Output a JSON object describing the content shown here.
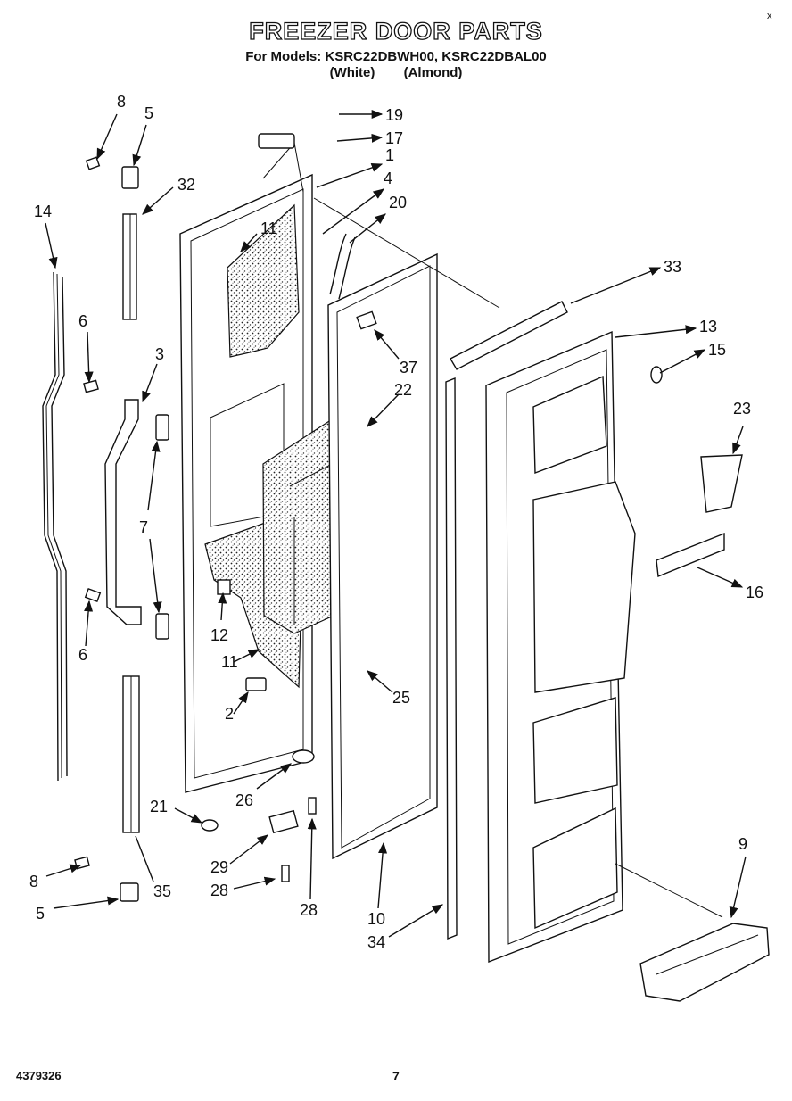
{
  "header": {
    "title": "FREEZER DOOR PARTS",
    "models_line": "For Models: KSRC22DBWH00, KSRC22DBAL00",
    "variant_white": "(White)",
    "variant_almond": "(Almond)"
  },
  "corner_mark": "x",
  "footer": {
    "doc_number": "4379326",
    "page_number": "7"
  },
  "callouts": {
    "c1": "1",
    "c2": "2",
    "c3": "3",
    "c4": "4",
    "c5a": "5",
    "c5b": "5",
    "c6a": "6",
    "c6b": "6",
    "c7": "7",
    "c8a": "8",
    "c8b": "8",
    "c9": "9",
    "c10": "10",
    "c11a": "11",
    "c11b": "11",
    "c12": "12",
    "c13": "13",
    "c14": "14",
    "c15": "15",
    "c16": "16",
    "c17": "17",
    "c19": "19",
    "c20": "20",
    "c21": "21",
    "c22": "22",
    "c23": "23",
    "c25": "25",
    "c26": "26",
    "c28a": "28",
    "c28b": "28",
    "c29": "29",
    "c32": "32",
    "c33": "33",
    "c34": "34",
    "c35": "35",
    "c37": "37"
  }
}
